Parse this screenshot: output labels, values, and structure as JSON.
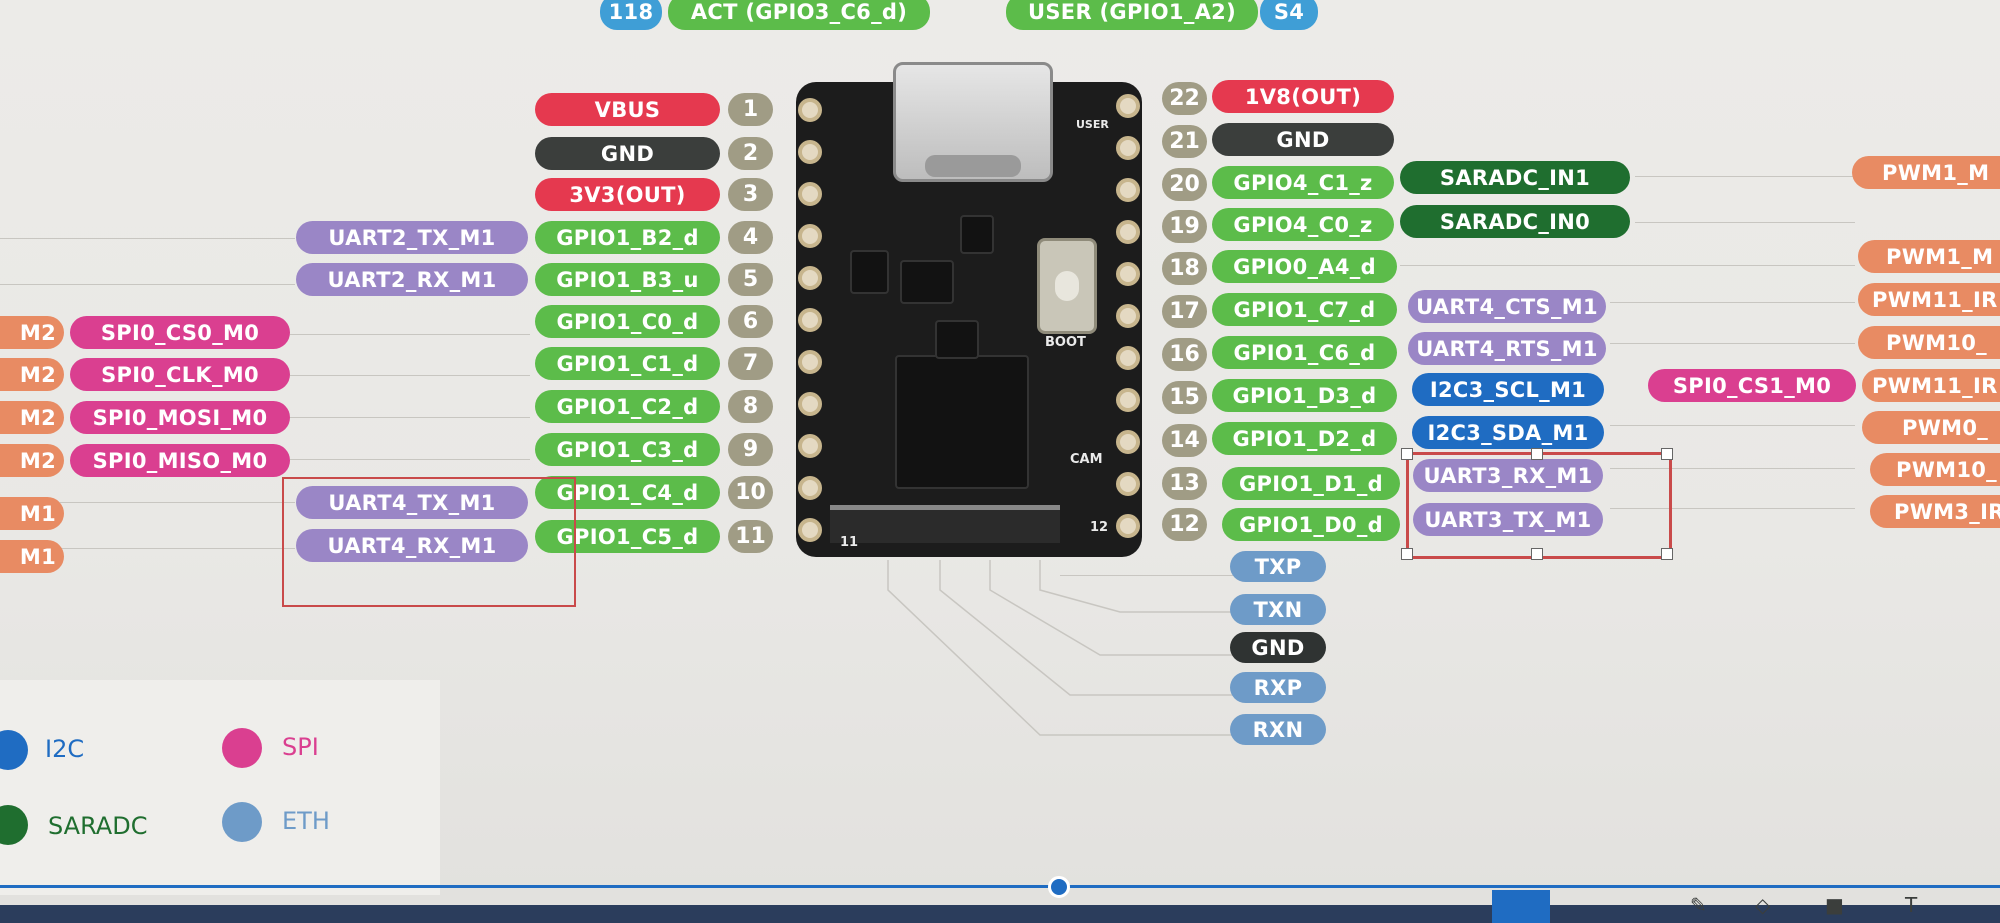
{
  "top": {
    "num_118": "118",
    "act": "ACT (GPIO3_C6_d)",
    "user": "USER (GPIO1_A2)",
    "s4": "S4"
  },
  "left_pins": [
    {
      "num": "1",
      "fn": "VBUS"
    },
    {
      "num": "2",
      "fn": "GND"
    },
    {
      "num": "3",
      "fn": "3V3(OUT)"
    },
    {
      "num": "4",
      "fn": "GPIO1_B2_d",
      "alt1": "UART2_TX_M1"
    },
    {
      "num": "5",
      "fn": "GPIO1_B3_u",
      "alt1": "UART2_RX_M1"
    },
    {
      "num": "6",
      "fn": "GPIO1_C0_d",
      "alt2": "SPI0_CS0_M0",
      "edge": "M2"
    },
    {
      "num": "7",
      "fn": "GPIO1_C1_d",
      "alt2": "SPI0_CLK_M0",
      "edge": "M2"
    },
    {
      "num": "8",
      "fn": "GPIO1_C2_d",
      "alt2": "SPI0_MOSI_M0",
      "edge": "M2"
    },
    {
      "num": "9",
      "fn": "GPIO1_C3_d",
      "alt2": "SPI0_MISO_M0",
      "edge": "M2"
    },
    {
      "num": "10",
      "fn": "GPIO1_C4_d",
      "alt1": "UART4_TX_M1",
      "edge": "M1"
    },
    {
      "num": "11",
      "fn": "GPIO1_C5_d",
      "alt1": "UART4_RX_M1",
      "edge": "M1"
    }
  ],
  "right_pins": [
    {
      "num": "22",
      "fn": "1V8(OUT)"
    },
    {
      "num": "21",
      "fn": "GND"
    },
    {
      "num": "20",
      "fn": "GPIO4_C1_z",
      "alt1": "SARADC_IN1",
      "edge": "PWM1_M"
    },
    {
      "num": "19",
      "fn": "GPIO4_C0_z",
      "alt1": "SARADC_IN0"
    },
    {
      "num": "18",
      "fn": "GPIO0_A4_d",
      "edge": "PWM1_M"
    },
    {
      "num": "17",
      "fn": "GPIO1_C7_d",
      "alt1": "UART4_CTS_M1",
      "edge": "PWM11_IR"
    },
    {
      "num": "16",
      "fn": "GPIO1_C6_d",
      "alt1": "UART4_RTS_M1",
      "edge": "PWM10_"
    },
    {
      "num": "15",
      "fn": "GPIO1_D3_d",
      "alt1": "I2C3_SCL_M1",
      "alt2": "SPI0_CS1_M0",
      "edge": "PWM11_IR"
    },
    {
      "num": "14",
      "fn": "GPIO1_D2_d",
      "alt1": "I2C3_SDA_M1",
      "edge": "PWM0_"
    },
    {
      "num": "13",
      "fn": "GPIO1_D1_d",
      "alt1": "UART3_RX_M1",
      "edge": "PWM10_"
    },
    {
      "num": "12",
      "fn": "GPIO1_D0_d",
      "alt1": "UART3_TX_M1",
      "edge": "PWM3_IR"
    }
  ],
  "eth": [
    "TXP",
    "TXN",
    "GND",
    "RXP",
    "RXN"
  ],
  "board": {
    "boot": "BOOT",
    "cam": "CAM",
    "user": "USER",
    "pin11": "11",
    "pin12": "12"
  },
  "legend": [
    {
      "label": "I2C",
      "color": "#1f6cc2"
    },
    {
      "label": "SPI",
      "color": "#da3f90"
    },
    {
      "label": "SARADC",
      "color": "#1f6e2f"
    },
    {
      "label": "ETH",
      "color": "#6e9bc8"
    }
  ],
  "colors": {
    "power": "#e5394f",
    "gnd": "#3b3e3c",
    "gpio": "#5cbc4a",
    "uart": "#9a86c6",
    "spi": "#da3f90",
    "pwm": "#e88b63",
    "i2c": "#1f6cc2",
    "saradc": "#1f6e2f",
    "eth": "#6e9bc8"
  }
}
